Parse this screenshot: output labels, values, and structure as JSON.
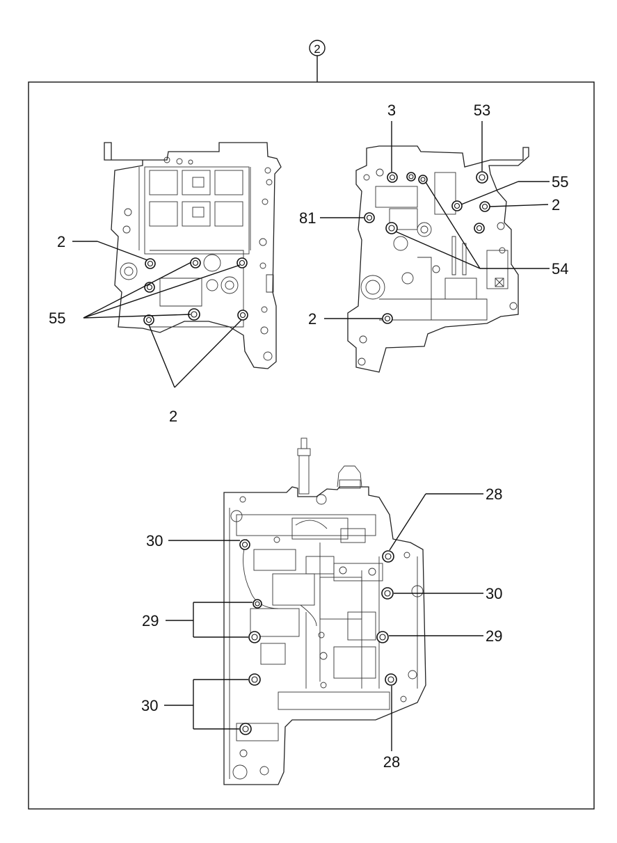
{
  "header": {
    "assembly_callout": "2"
  },
  "callouts": {
    "left_top_2": "2",
    "left_55": "55",
    "left_bottom_2": "2",
    "right_3": "3",
    "right_53": "53",
    "right_55": "55",
    "right_2_upper": "2",
    "right_81": "81",
    "right_54": "54",
    "right_2_lower": "2",
    "bottom_28_upper": "28",
    "bottom_30_left_upper": "30",
    "bottom_30_right": "30",
    "bottom_29_left": "29",
    "bottom_29_right": "29",
    "bottom_30_left_lower": "30",
    "bottom_28_lower": "28"
  },
  "colors": {
    "line": "#111111",
    "background": "#ffffff"
  }
}
